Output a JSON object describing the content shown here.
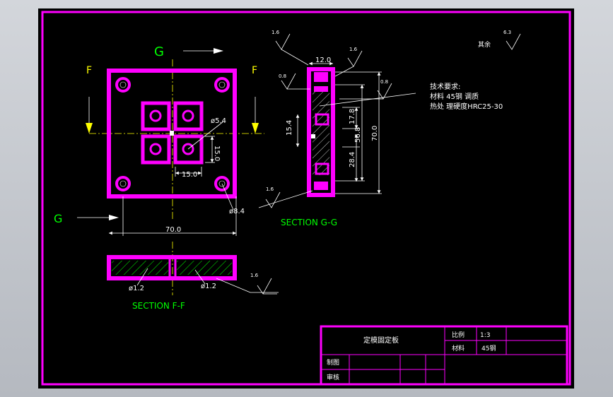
{
  "views": {
    "section_g_label": "G",
    "section_f_label": "F",
    "section_gg_title": "SECTION G-G",
    "section_ff_title": "SECTION F-F"
  },
  "dimensions": {
    "hole_dia": "ø5.4",
    "hole_dia_large": "ø8.4",
    "small_hole_dia": "ø1.2",
    "vert_15": "15.0",
    "horiz_15": "15.0",
    "overall_width": "70.0",
    "thickness": "12.0",
    "dim_15_4": "15.4",
    "dim_17_8": "17.8",
    "dim_28_4": "28.4",
    "dim_56_8": "56.8",
    "dim_70": "70.0"
  },
  "surface_finish": {
    "r1": "1.6",
    "r2": "1.6",
    "r3": "0.8",
    "r4": "0.8",
    "r5": "1.6",
    "r6": "1.6",
    "rest_value": "6.3",
    "rest_label": "其余"
  },
  "notes": {
    "heading": "技术要求:",
    "line1": "材料 45钢  调质",
    "line2": "热处 理硬度HRC25-30"
  },
  "title_block": {
    "part_name": "定模固定板",
    "scale_label": "比例",
    "scale_value": "1:3",
    "material_label": "材料",
    "material_value": "45钢",
    "drawn_label": "制图",
    "checked_label": "审核"
  },
  "colors": {
    "part": "#ff00ff",
    "dimension": "#ffffff",
    "title": "#00ff00",
    "centerline": "#ffff00",
    "hatch": "#00ff00"
  }
}
